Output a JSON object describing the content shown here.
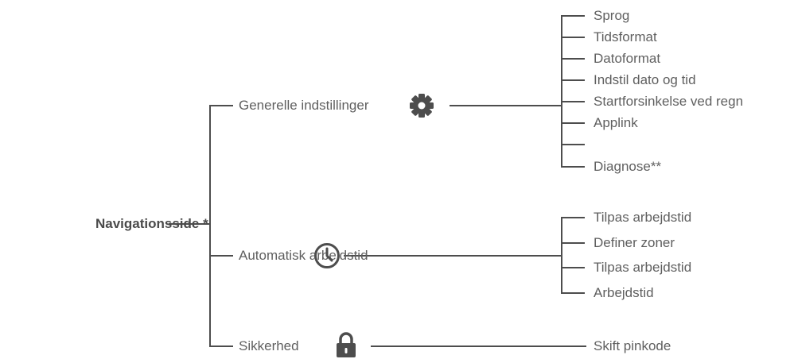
{
  "root": {
    "label": "Navigationsside *"
  },
  "branches": [
    {
      "label": "Generelle indstillinger",
      "icon": "gear-icon",
      "children": [
        "Sprog",
        "Tidsformat",
        "Datoformat",
        "Indstil dato og tid",
        "Startforsinkelse ved regn",
        "Applink",
        "Diagnose**"
      ]
    },
    {
      "label": "Automatisk arbejdstid",
      "icon": "clock-icon",
      "children": [
        "Tilpas arbejdstid",
        "Definer zoner",
        "Tilpas arbejdstid",
        "Arbejdstid"
      ]
    },
    {
      "label": "Sikkerhed",
      "icon": "padlock-icon",
      "children": [
        "Skift pinkode"
      ]
    }
  ],
  "colors": {
    "line": "#4d4d4d",
    "text": "#5f5f5f",
    "root_text": "#4a4a4a",
    "icon": "#4d4d4d"
  }
}
